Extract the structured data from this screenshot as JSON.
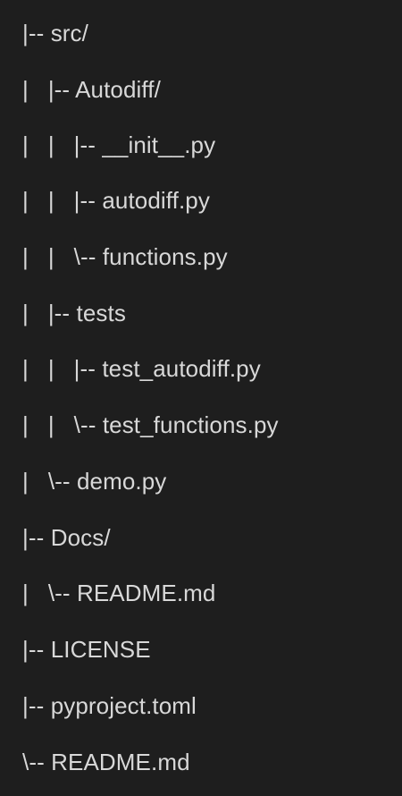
{
  "tree": {
    "lines": [
      "|-- src/",
      "|   |-- Autodiff/",
      "|   |   |-- __init__.py",
      "|   |   |-- autodiff.py",
      "|   |   \\-- functions.py",
      "|   |-- tests",
      "|   |   |-- test_autodiff.py",
      "|   |   \\-- test_functions.py",
      "|   \\-- demo.py",
      "|-- Docs/",
      "|   \\-- README.md",
      "|-- LICENSE",
      "|-- pyproject.toml",
      "\\-- README.md"
    ]
  }
}
